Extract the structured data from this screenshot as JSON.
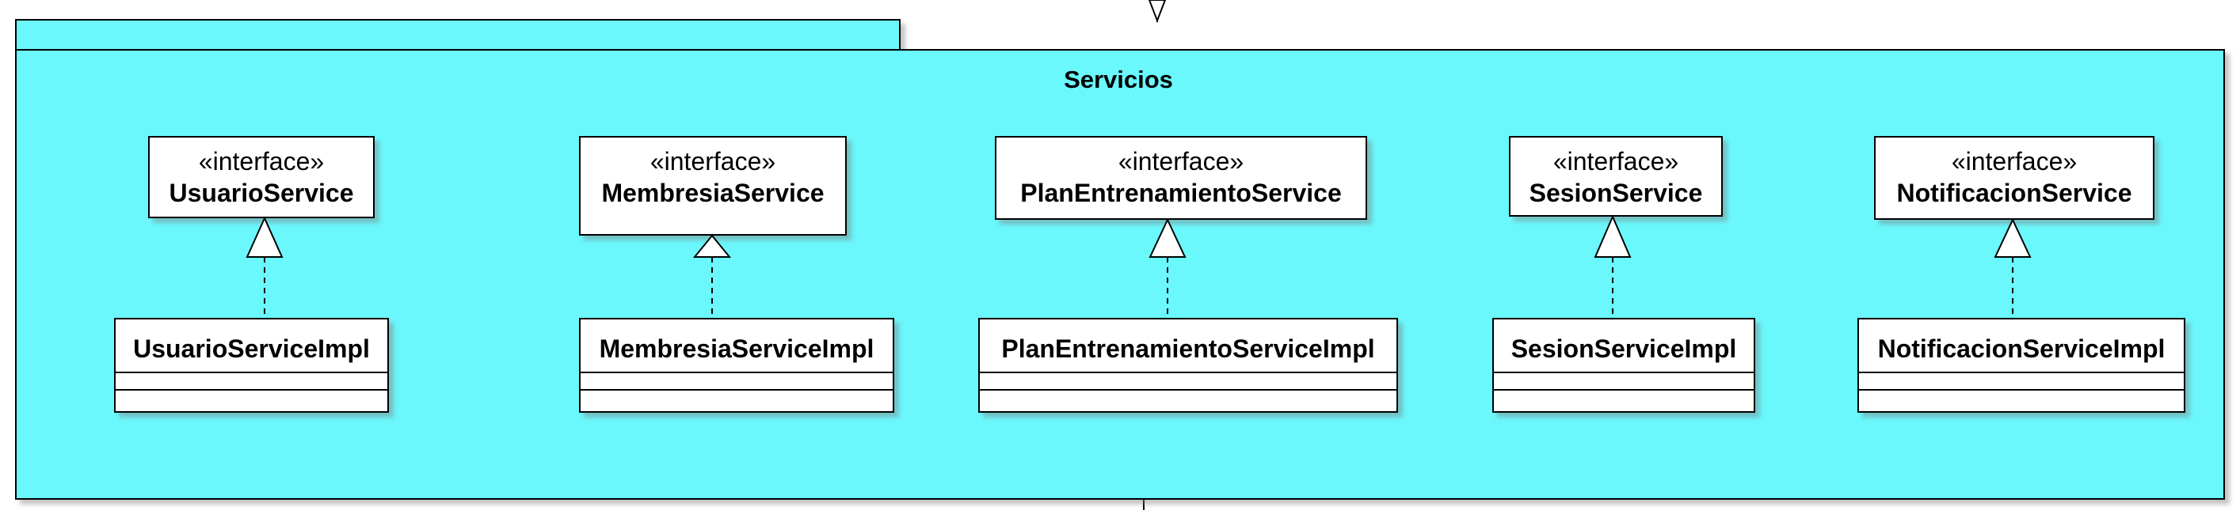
{
  "package": {
    "title": "Servicios",
    "fill": "#6af8fd"
  },
  "stereotype": "«interface»",
  "interfaces": [
    {
      "name": "UsuarioService"
    },
    {
      "name": "MembresiaService"
    },
    {
      "name": "PlanEntrenamientoService"
    },
    {
      "name": "SesionService"
    },
    {
      "name": "NotificacionService"
    }
  ],
  "implementations": [
    {
      "name": "UsuarioServiceImpl"
    },
    {
      "name": "MembresiaServiceImpl"
    },
    {
      "name": "PlanEntrenamientoServiceImpl"
    },
    {
      "name": "SesionServiceImpl"
    },
    {
      "name": "NotificacionServiceImpl"
    }
  ],
  "relation": "realization"
}
